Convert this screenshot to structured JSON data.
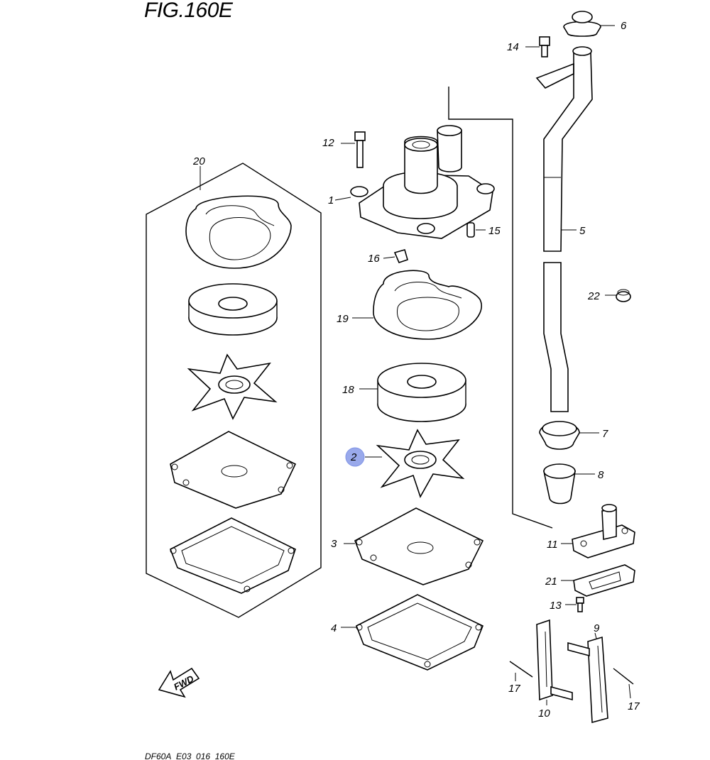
{
  "figure": {
    "title": "FIG.160E",
    "footer": "DF60A_E03_016_160E",
    "fwd_label": "FWD",
    "highlight_color": "#7f93e6"
  },
  "callouts": {
    "p1": "1",
    "p2": "2",
    "p3": "3",
    "p4": "4",
    "p5": "5",
    "p6": "6",
    "p7": "7",
    "p8": "8",
    "p9": "9",
    "p10": "10",
    "p11": "11",
    "p12": "12",
    "p13": "13",
    "p14": "14",
    "p15": "15",
    "p16": "16",
    "p17a": "17",
    "p17b": "17",
    "p18": "18",
    "p19": "19",
    "p20": "20",
    "p21": "21",
    "p22": "22"
  }
}
